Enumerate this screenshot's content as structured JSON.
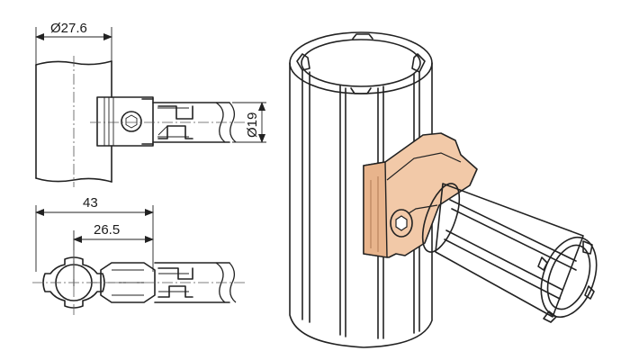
{
  "colors": {
    "line": "#222222",
    "connector": "#f2c9a8",
    "connector_shade": "#d9a27a",
    "tube": "#ffffff"
  },
  "dimensions": {
    "tube_diameter": "Ø27.6",
    "pipe_diameter": "Ø19",
    "overall_length": "43",
    "inner_length": "26.5"
  }
}
